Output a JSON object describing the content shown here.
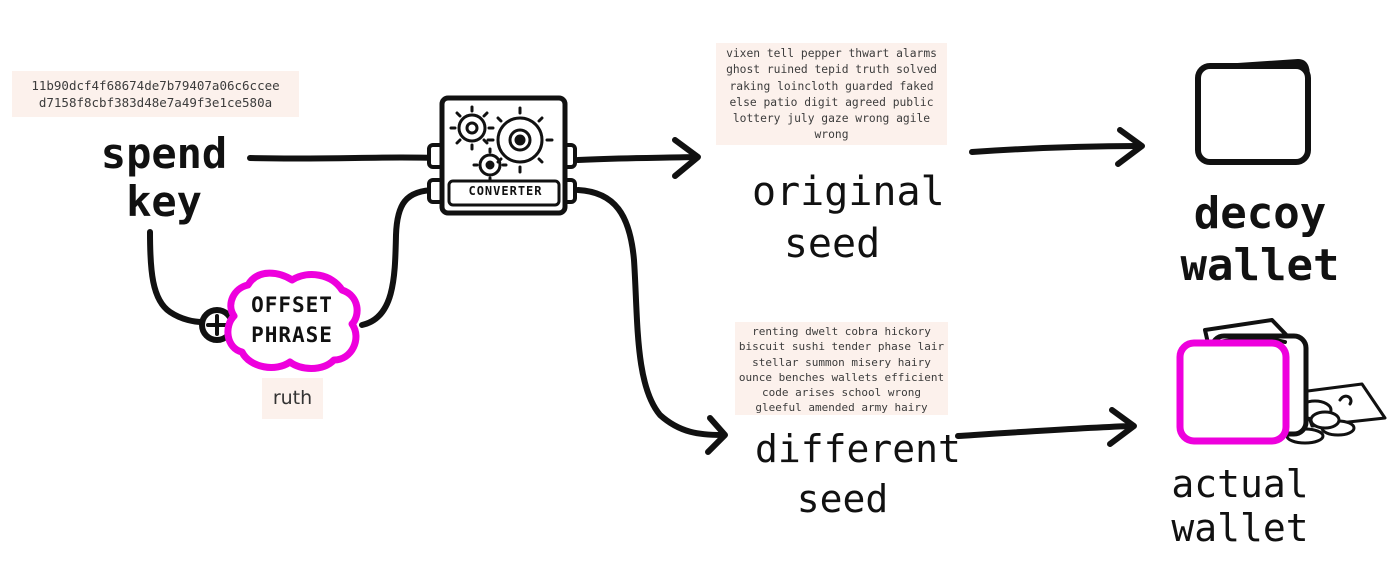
{
  "spend_key": {
    "hex": "11b90dcf4f68674de7b79407a06c6ccee\nd7158f8cbf383d48e7a49f3e1ce580a",
    "label": "spend\nkey"
  },
  "offset_phrase": {
    "label": "OFFSET\nPHRASE",
    "value": "ruth"
  },
  "converter": {
    "label": "CONVERTER"
  },
  "original_seed": {
    "words": "vixen tell pepper thwart alarms\nghost ruined tepid truth solved\nraking loincloth guarded faked\nelse patio digit agreed public\nlottery july gaze wrong agile\nwrong",
    "label": "original\nseed"
  },
  "different_seed": {
    "words": "renting dwelt cobra hickory\nbiscuit sushi tender phase lair\nstellar summon misery hairy\nounce benches wallets efficient\ncode arises school wrong\ngleeful amended army hairy",
    "label": "different\nseed"
  },
  "decoy_wallet": {
    "label": "decoy\nwallet"
  },
  "actual_wallet": {
    "label": "actual\nwallet"
  },
  "colors": {
    "ink": "#111111",
    "accent_magenta": "#ee00dd",
    "chip_background": "#fcf1ec"
  },
  "icons": [
    "plus-icon",
    "gear-icon",
    "wallet-icon",
    "cash-icon",
    "coins-icon",
    "arrow-icon"
  ]
}
